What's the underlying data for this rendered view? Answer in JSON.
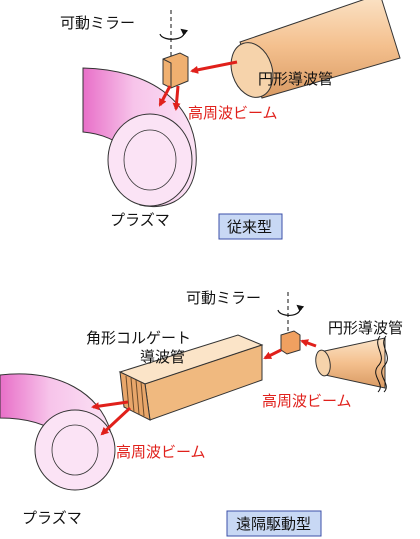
{
  "diagram": {
    "top": {
      "mirror_label": "可動ミラー",
      "waveguide_label": "円形導波管",
      "beam_label": "高周波ビーム",
      "plasma_label": "プラズマ",
      "type_label": "従来型"
    },
    "bottom": {
      "mirror_label": "可動ミラー",
      "circ_waveguide_label": "円形導波管",
      "rect_waveguide_line1": "角形コルゲート",
      "rect_waveguide_line2": "導波管",
      "beam_label_right": "高周波ビーム",
      "beam_label_left": "高周波ビーム",
      "plasma_label": "プラズマ",
      "type_label": "遠隔駆動型"
    },
    "colors": {
      "beam": "#e0201b",
      "plasma_light": "#fde0f4",
      "plasma_dark": "#e86fc8",
      "waveguide": "#f5c89a",
      "type_box_bg": "#c8d8f4",
      "type_box_border": "#3b4fa8"
    }
  }
}
